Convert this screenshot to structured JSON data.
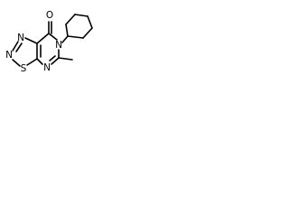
{
  "structure": {
    "atoms": {
      "oxygen": "O",
      "n_ring": "N",
      "n_imine": "N",
      "n_thiadiazole_1": "N",
      "n_thiadiazole_2": "N",
      "sulfur": "S"
    },
    "substituents": [
      "cyclohexyl",
      "methyl"
    ],
    "colors": {
      "bonds": "#000000",
      "labels": "#000000",
      "background": "#ffffff"
    }
  }
}
